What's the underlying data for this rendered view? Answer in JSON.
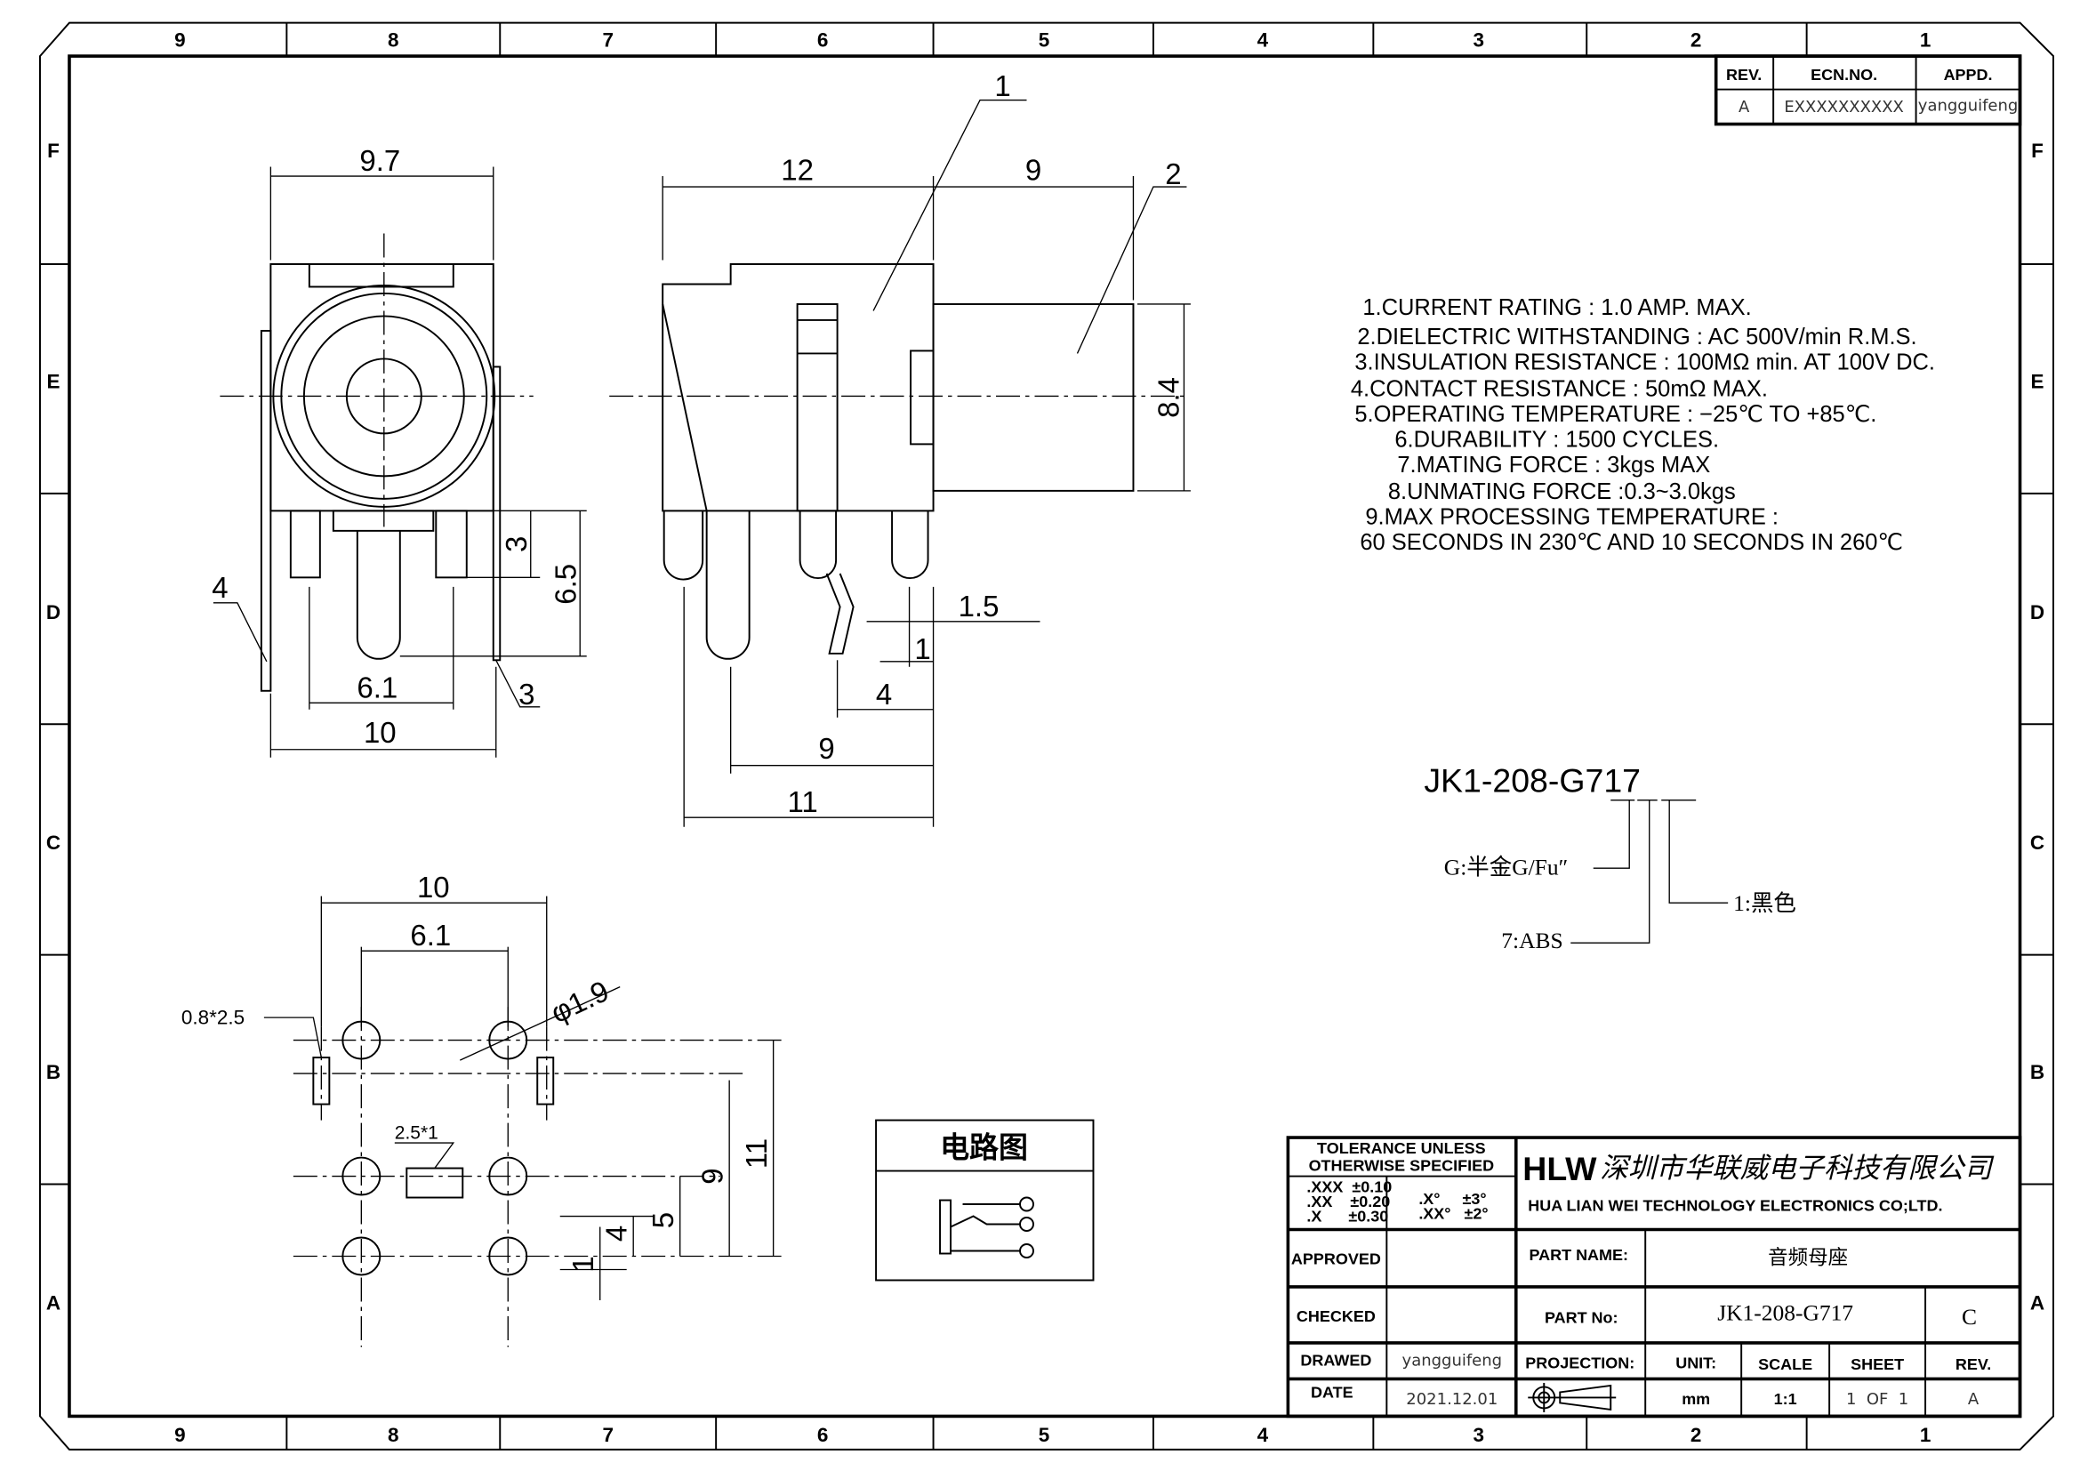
{
  "zones": {
    "cols": [
      "9",
      "8",
      "7",
      "6",
      "5",
      "4",
      "3",
      "2",
      "1"
    ],
    "rows": [
      "F",
      "E",
      "D",
      "C",
      "B",
      "A"
    ]
  },
  "revision_block": {
    "headers": [
      "REV.",
      "ECN.NO.",
      "APPD."
    ],
    "values": [
      "A",
      "EXXXXXXXXXX",
      "yangguifeng"
    ]
  },
  "front_view": {
    "dims": [
      "9.7",
      "3",
      "6.5",
      "6.1",
      "10"
    ],
    "callouts": [
      "4",
      "3"
    ]
  },
  "side_view": {
    "dims": [
      "12",
      "9",
      "8.4",
      "1.5",
      "1",
      "4",
      "9",
      "11"
    ],
    "callouts": [
      "1",
      "2"
    ]
  },
  "specs": [
    "1.CURRENT RATING : 1.0 AMP. MAX.",
    "2.DIELECTRIC WITHSTANDING : AC 500V/min R.M.S.",
    "3.INSULATION RESISTANCE : 100MΩ min. AT 100V DC.",
    "4.CONTACT RESISTANCE : 50mΩ MAX.",
    "5.OPERATING TEMPERATURE : −25℃ TO +85℃.",
    "6.DURABILITY : 1500 CYCLES.",
    "7.MATING FORCE : 3kgs MAX",
    "8.UNMATING FORCE :0.3~3.0kgs",
    "9.MAX PROCESSING TEMPERATURE :",
    "60 SECONDS IN 230℃ AND 10 SECONDS IN 260℃"
  ],
  "part_code": {
    "code": "JK1-208-G717",
    "legend": [
      "G:半金G/Fu″",
      "7:ABS",
      "1:黑色"
    ]
  },
  "pcb_layout": {
    "dims": [
      "10",
      "6.1",
      "φ1.9",
      "0.8*2.5",
      "2.5*1",
      "11",
      "9",
      "5",
      "4",
      "1"
    ]
  },
  "circuit": {
    "title": "电路图"
  },
  "title_block": {
    "tolerance_header": [
      "TOLERANCE UNLESS",
      "OTHERWISE SPECIFIED"
    ],
    "tolerances": [
      ".XXX  ±0.10",
      ".XX    ±0.20",
      ".X      ±0.30"
    ],
    "angle_tolerances": [
      ".X°     ±3°",
      ".XX°   ±2°"
    ],
    "logo": "HLW",
    "company_cn": "深圳市华联威电子科技有限公司",
    "company_en": "HUA LIAN WEI TECHNOLOGY ELECTRONICS CO;LTD.",
    "approved_label": "APPROVED",
    "checked_label": "CHECKED",
    "drawed_label": "DRAWED",
    "drawed_value": "yangguifeng",
    "date_label": "DATE",
    "date_value": "2021.12.01",
    "part_name_label": "PART NAME:",
    "part_name_value": "音频母座",
    "part_no_label": "PART No:",
    "part_no_value": "JK1-208-G717",
    "part_no_suffix": "C",
    "projection_label": "PROJECTION:",
    "unit_label": "UNIT:",
    "unit_value": "mm",
    "scale_label": "SCALE",
    "scale_value": "1:1",
    "sheet_label": "SHEET",
    "sheet_value": "1  OF  1",
    "rev_label": "REV.",
    "rev_value": "A"
  }
}
